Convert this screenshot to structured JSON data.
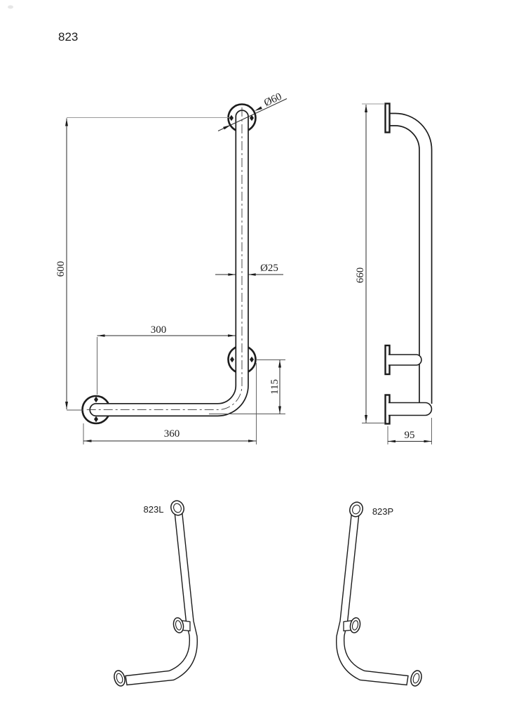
{
  "drawing": {
    "model": "823",
    "front_view": {
      "flange_diameter": "Ø60",
      "tube_diameter": "Ø25",
      "height": "600",
      "upper_span": "300",
      "corner_drop": "115",
      "bottom_span": "360"
    },
    "side_view": {
      "overall_height": "660",
      "wall_clearance": "95"
    },
    "variants": {
      "left_label": "823L",
      "right_label": "823P"
    },
    "colors": {
      "line": "#1c1c1c",
      "background": "#ffffff"
    }
  }
}
